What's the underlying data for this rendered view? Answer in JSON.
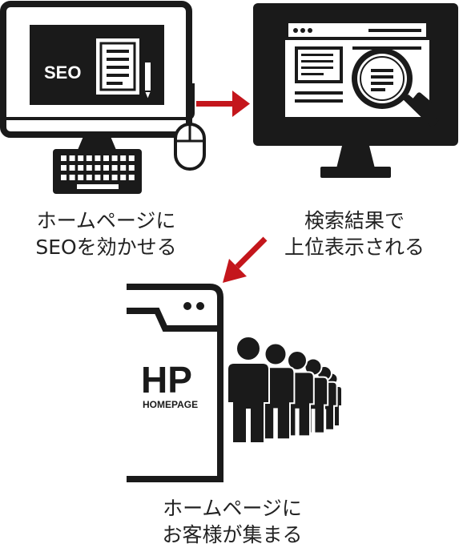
{
  "steps": [
    {
      "line1": "ホームページに",
      "line2": "SEOを効かせる",
      "screen_text": "SEO"
    },
    {
      "line1": "検索結果で",
      "line2": "上位表示される"
    },
    {
      "line1": "ホームページに",
      "line2": "お客様が集まる",
      "doc_title": "HP",
      "doc_subtitle": "HOMEPAGE"
    }
  ],
  "colors": {
    "ink": "#1a1a1a",
    "arrow": "#c4161c",
    "background": "#ffffff"
  },
  "icons": [
    "desktop-computer-icon",
    "keyboard-icon",
    "mouse-icon",
    "document-pencil-icon",
    "search-monitor-icon",
    "magnifier-icon",
    "browser-window-icon",
    "crowd-icon"
  ]
}
